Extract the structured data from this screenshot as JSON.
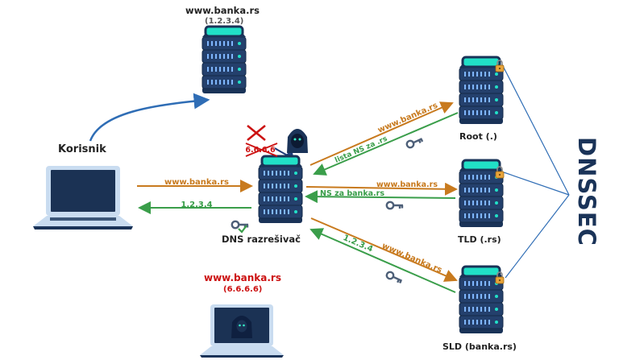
{
  "nodes": {
    "web_server": {
      "name": "www.banka.rs",
      "ip": "(1.2.3.4)"
    },
    "user": {
      "name": "Korisnik"
    },
    "resolver": {
      "name": "DNS razrešivač"
    },
    "spoof_ip": "6.6.6.6",
    "attacker": {
      "name": "www.banka.rs",
      "ip": "(6.6.6.6)"
    },
    "root": {
      "name": "Root (.)"
    },
    "tld": {
      "name": "TLD (.rs)"
    },
    "sld": {
      "name": "SLD (banka.rs)"
    },
    "dnssec": "DNSSEC"
  },
  "edges": {
    "user_query": "www.banka.rs",
    "resolver_answer": "1.2.3.4",
    "root_query": "www.banka.rs",
    "root_answer": "lista NS za .rs",
    "tld_query": "www.banka.rs",
    "tld_answer": "NS za banka.rs",
    "sld_query": "www.banka.rs",
    "sld_answer": "1.2.3.4"
  },
  "colors": {
    "query": "#c87a1e",
    "answer": "#3a9e4a",
    "spoof": "#cc1111",
    "dnssec": "#1a3358",
    "link": "#2f6db5"
  }
}
